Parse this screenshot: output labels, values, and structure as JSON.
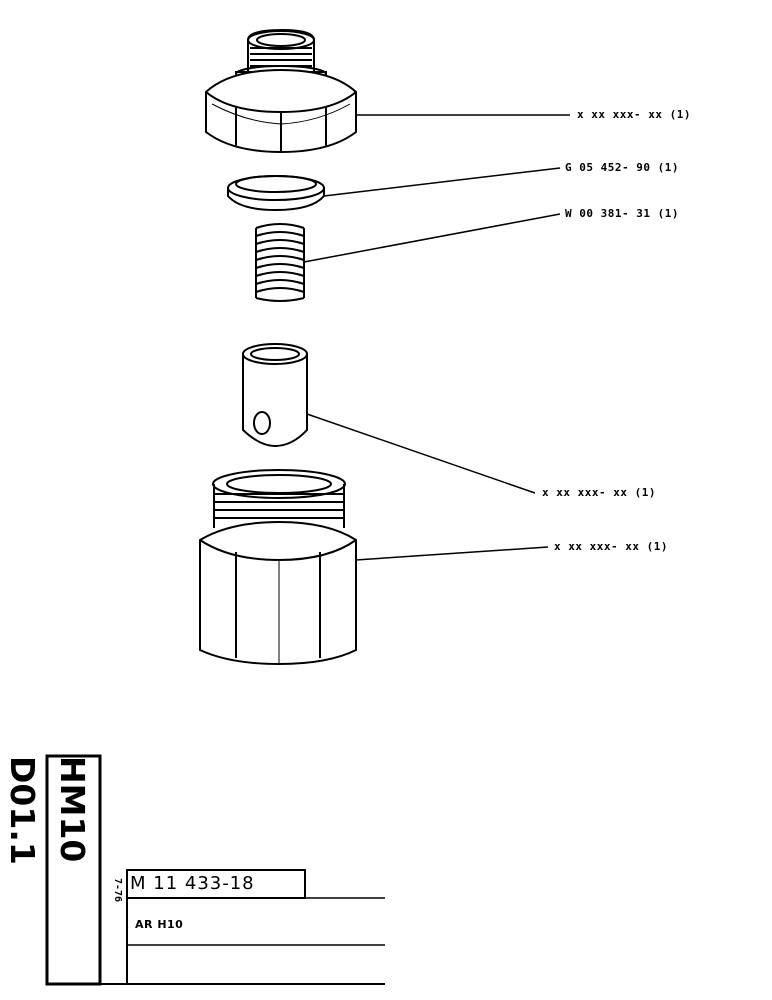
{
  "callouts": [
    {
      "text": "x xx xxx- xx (1)"
    },
    {
      "text": "G 05 452- 90 (1)"
    },
    {
      "text": "W 00 381- 31 (1)"
    },
    {
      "text": "x xx xxx- xx (1)"
    },
    {
      "text": "x xx xxx- xx (1)"
    }
  ],
  "title_block": {
    "code": "HM10 D01.1",
    "date": "7-76",
    "part_number": "M 11 433-18",
    "description": "AR H10"
  }
}
